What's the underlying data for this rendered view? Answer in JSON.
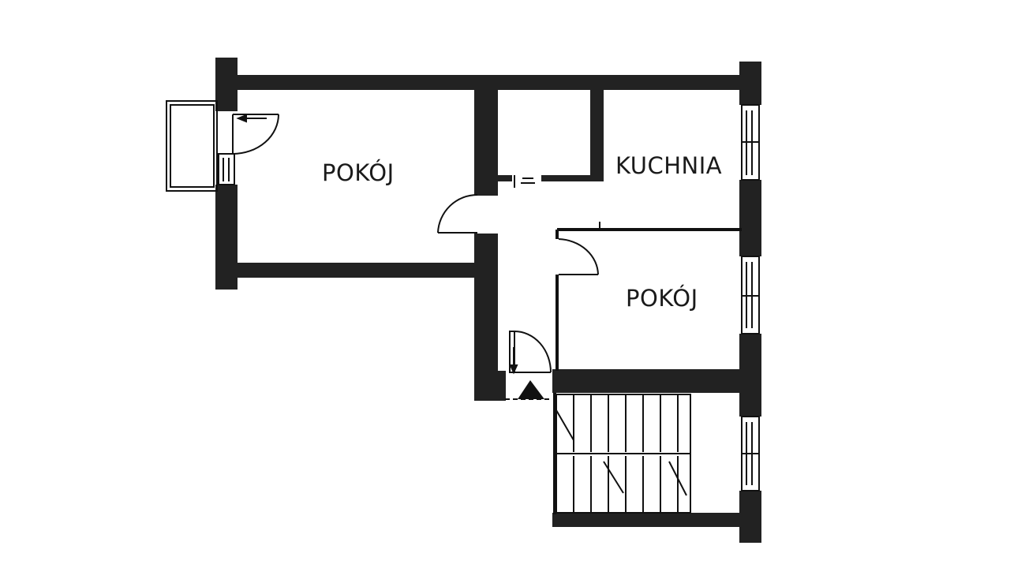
{
  "rooms": {
    "living_left": "POKÓJ",
    "kitchen": "KUCHNIA",
    "room_right": "POKÓJ"
  },
  "colors": {
    "wall": "#222222",
    "line": "#111111",
    "background": "#ffffff"
  }
}
